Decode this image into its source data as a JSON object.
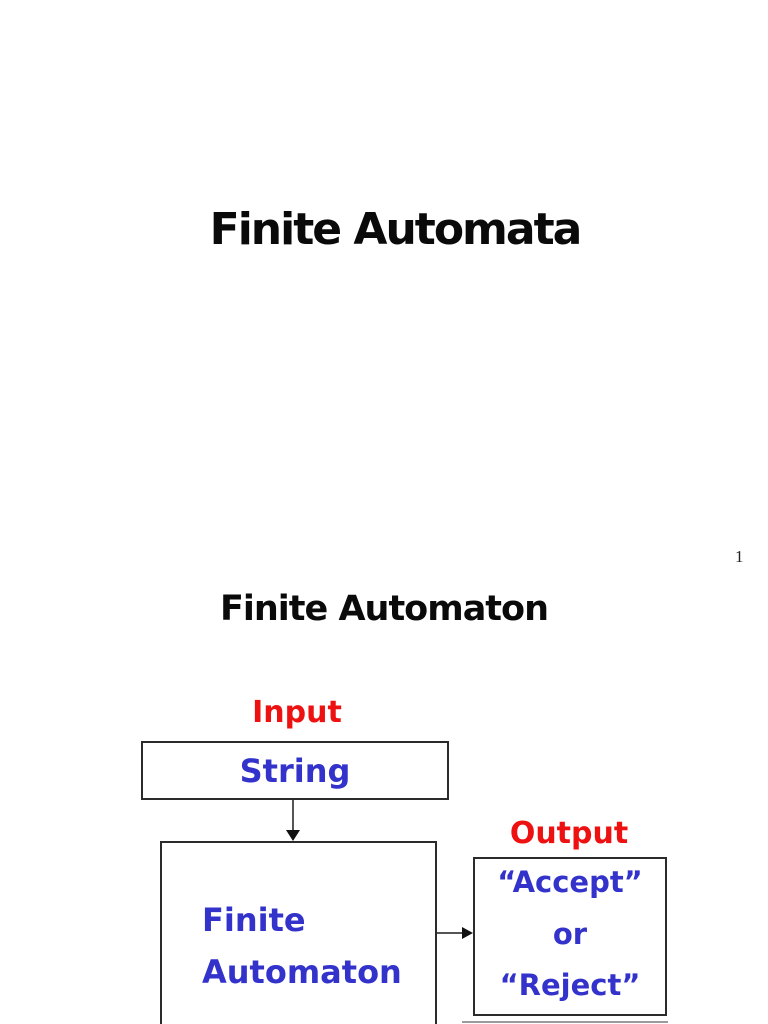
{
  "slide1": {
    "title": "Finite Automata",
    "page_number": "1"
  },
  "slide2": {
    "title": "Finite Automaton",
    "input_label": "Input",
    "string_label": "String",
    "fa_line1": "Finite",
    "fa_line2": "Automaton",
    "output_label": "Output",
    "result_line1": "“Accept”",
    "result_line2": "or",
    "result_line3": "“Reject”"
  },
  "colors": {
    "accent_red": "#ee1111",
    "accent_blue": "#3333cc",
    "title_ink": "#0a0a0a",
    "box_border": "#2b2b2b",
    "arrow_line": "#555555"
  }
}
